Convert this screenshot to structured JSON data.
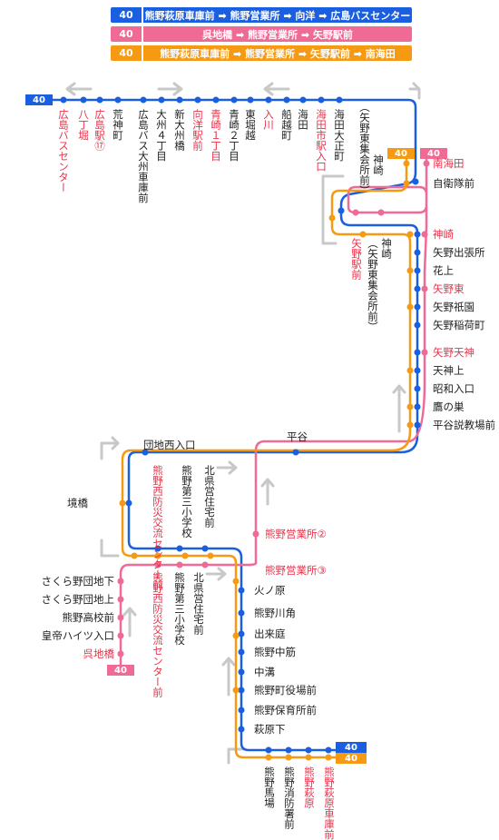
{
  "legend": [
    {
      "number": "40",
      "route": "熊野萩原車庫前 ➡ 熊野営業所 ➡ 向洋 ➡ 広島バスセンター",
      "color": "#1a5fe0"
    },
    {
      "number": "40",
      "route": "呉地橋 ➡ 熊野営業所 ➡ 矢野駅前",
      "color": "#ef6a95"
    },
    {
      "number": "40",
      "route": "熊野萩原車庫前 ➡ 熊野営業所 ➡ 矢野駅前 ➡ 南海田",
      "color": "#f59a12"
    }
  ],
  "colors": {
    "blue": "#1a5fe0",
    "pink": "#ef6a95",
    "orange": "#f59a12",
    "arrow": "#c8c8c8",
    "accent": "#e8334a"
  },
  "badges": {
    "top_left": "40",
    "mid_orange": "40",
    "mid_pink": "40",
    "kure": "40",
    "bottom_blue": "40",
    "bottom_orange": "40"
  },
  "stops": {
    "top_row": [
      "広島バスセンター",
      "八丁堀",
      "広島駅⑰",
      "荒神町",
      "広島バス大州車庫前",
      "大州４丁目",
      "新大州橋",
      "向洋駅前",
      "青崎１丁目",
      "青崎２丁目",
      "東堀越",
      "入川",
      "船越町",
      "海田",
      "海田市駅入口",
      "海田大正町"
    ],
    "yano_higashi_shukaisho": "（矢野東集会所前）",
    "kanzaki_top": "神崎",
    "minami_kaita": "南海田",
    "jieitai": "自衛隊前",
    "yano_eki": "矢野駅前",
    "kanzaki_mid": "神崎",
    "yano_higashi_shukaisho_2": "（矢野東集会所前）",
    "right_column": [
      "神崎",
      "矢野出張所",
      "花上",
      "矢野東",
      "矢野祇園",
      "矢野稲荷町",
      "矢野天神",
      "天神上",
      "昭和入口",
      "鷹の巣",
      "平谷説教場前"
    ],
    "hiratani": "平谷",
    "danchi_nishi": "団地西入口",
    "sakaibashi": "境橋",
    "kumano_nishi_1": "熊野西防災交流センター前",
    "kumano_3sho_1": "熊野第三小学校",
    "hokken_1": "北県営住宅前",
    "eigyosho_2": "熊野営業所②",
    "eigyosho_3": "熊野営業所③",
    "left_column": [
      "さくら野団地下",
      "さくら野団地上",
      "熊野高校前",
      "皇帝ハイツ入口",
      "呉地橋"
    ],
    "kumano_nishi_2": "熊野西防災交流センター前",
    "kumano_3sho_2": "熊野第三小学校",
    "hokken_2": "北県営住宅前",
    "lower_right": [
      "火ノ原",
      "熊野川角",
      "出来庭",
      "熊野中筋",
      "中溝",
      "熊野町役場前",
      "熊野保育所前",
      "萩原下"
    ],
    "bottom_row": [
      "熊野馬場",
      "熊野消防署前",
      "熊野萩原",
      "熊野萩原車庫前"
    ]
  }
}
